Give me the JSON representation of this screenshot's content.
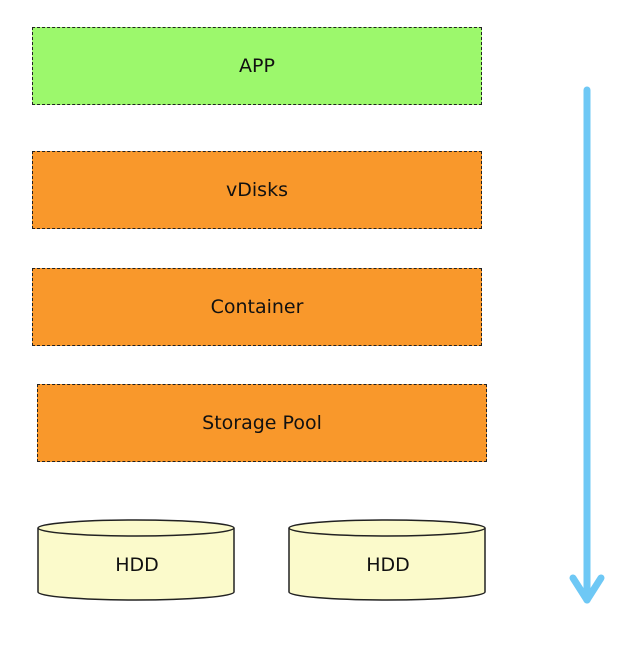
{
  "colors": {
    "app_fill": "#9cf86c",
    "storage_fill": "#f9982b",
    "disk_fill": "#fbfacb",
    "arrow": "#6ec8f5",
    "border": "#222222"
  },
  "layers": [
    {
      "label": "APP"
    },
    {
      "label": "vDisks"
    },
    {
      "label": "Container"
    },
    {
      "label": "Storage Pool"
    }
  ],
  "disks": [
    {
      "label": "HDD"
    },
    {
      "label": "HDD"
    }
  ],
  "flow_arrow": {
    "direction": "down"
  }
}
